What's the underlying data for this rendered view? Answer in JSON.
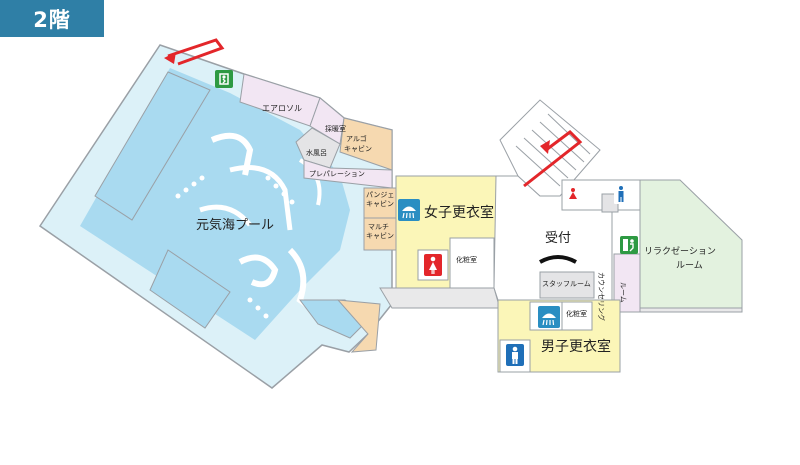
{
  "floor_label": "2階",
  "colors": {
    "badge": "#2f7fa6",
    "pool_hall": "#dcf1f8",
    "pool_water": "#a9daf0",
    "pink_room": "#f2e6f3",
    "gray_room": "#e4e4e6",
    "cabin": "#f6d9b0",
    "locker": "#fbf6b8",
    "white_room": "#ffffff",
    "relax": "#e3f2df",
    "counseling": "#f2e6f3",
    "corridor": "#e9e9ea",
    "outline": "#9aa0a6",
    "stair_red": "#e3262a",
    "exit_green": "#2e9a43",
    "toilet_red": "#e3262a",
    "toilet_blue": "#1f6fb8",
    "shower": "#2a8ec2"
  },
  "rooms": {
    "aerosol": "エアロソル",
    "nursing": "採暖室",
    "algo_cabin_1": "アルゴ",
    "algo_cabin_2": "キャビン",
    "water_bath": "水風呂",
    "preparation": "プレパレーション",
    "panje_cabin_1": "パンジェ",
    "panje_cabin_2": "キャビン",
    "multi_cabin_1": "マルチ",
    "multi_cabin_2": "キャビン",
    "pool": "元気海プール",
    "womens_locker": "女子更衣室",
    "womens_powder": "化粧室",
    "reception": "受付",
    "staff_room": "スタッフルーム",
    "mens_powder": "化粧室",
    "mens_locker": "男子更衣室",
    "counseling_1": "カウンセリング",
    "counseling_2": "ルーム",
    "relax_1": "リラクゼーション",
    "relax_2": "ルーム"
  },
  "icons": {
    "exit": "emergency-exit-icon",
    "shower_women": "shower-icon",
    "shower_men": "shower-icon",
    "toilet_women": "female-toilet-icon",
    "toilet_men": "male-toilet-icon",
    "toilet_pair": "toilet-pair-icon",
    "elevator": "elevator-icon",
    "accessible": "accessible-toilet-icon",
    "stairs_left": "stairs-icon",
    "stairs_right": "stairs-icon"
  }
}
